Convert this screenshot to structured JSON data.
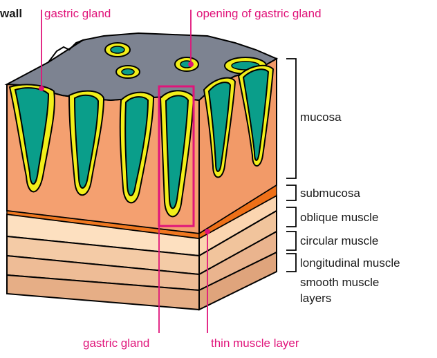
{
  "figure": {
    "partial_title": "wall",
    "labels": {
      "gastric_gland_top": "gastric gland",
      "opening": "opening of gastric gland",
      "mucosa": "mucosa",
      "submucosa": "submucosa",
      "oblique": "oblique muscle",
      "circular": "circular muscle",
      "longitudinal": "longitudinal muscle",
      "smooth_1": "smooth muscle",
      "smooth_2": "layers",
      "gastric_gland_bottom": "gastric gland",
      "thin_layer": "thin muscle layer"
    },
    "colors": {
      "label_accent": "#e0147a",
      "gland_teal": "#0a9e8a",
      "gland_rim": "#f2ef1a",
      "mucosa": "#f4a070",
      "surface": "#7d8391",
      "thin_muscle": "#f07820",
      "muscle_layers": [
        "#fde0c0",
        "#f4cba6",
        "#eebc96",
        "#e6ae86"
      ]
    }
  }
}
